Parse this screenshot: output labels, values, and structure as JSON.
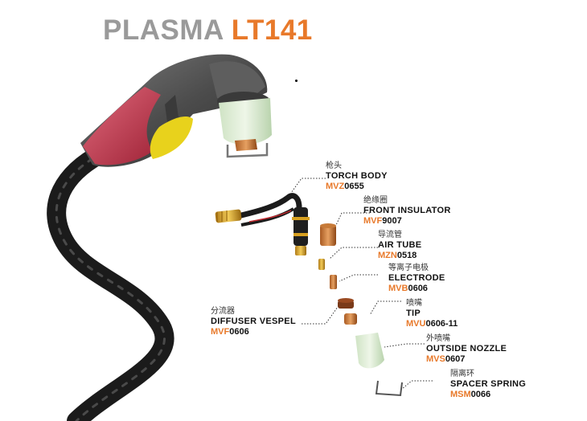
{
  "title": {
    "prefix": "PLASMA",
    "model": "LT141"
  },
  "accent": "#e8792a",
  "parts": [
    {
      "cn": "枪头",
      "en": "TORCH BODY",
      "code_prefix": "MVZ",
      "code_num": "0655"
    },
    {
      "cn": "绝缘圈",
      "en": "FRONT INSULATOR",
      "code_prefix": "MVF",
      "code_num": "9007"
    },
    {
      "cn": "导流管",
      "en": "AIR TUBE",
      "code_prefix": "MZN",
      "code_num": "0518"
    },
    {
      "cn": "等离子电极",
      "en": "ELECTRODE",
      "code_prefix": "MVB",
      "code_num": "0606"
    },
    {
      "cn": "喷嘴",
      "en": "TIP",
      "code_prefix": "MVU",
      "code_num": "0606-11"
    },
    {
      "cn": "外喷嘴",
      "en": "OUTSIDE NOZZLE",
      "code_prefix": "MVS",
      "code_num": "0607"
    },
    {
      "cn": "隔离环",
      "en": "SPACER SPRING",
      "code_prefix": "MSM",
      "code_num": "0066"
    },
    {
      "cn": "分流器",
      "en": "DIFFUSER VESPEL",
      "code_prefix": "MVF",
      "code_num": "0606"
    }
  ]
}
